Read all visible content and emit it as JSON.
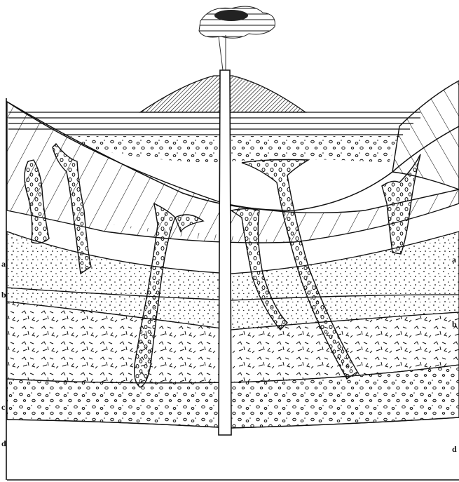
{
  "figure": {
    "labels_left": [
      "a",
      "b",
      "c",
      "d"
    ],
    "labels_right": [
      "a",
      "b",
      "d"
    ]
  }
}
